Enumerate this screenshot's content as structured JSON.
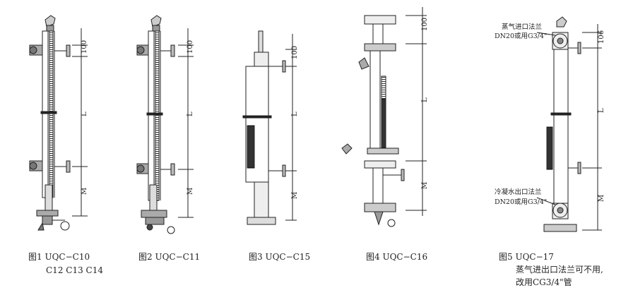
{
  "figures": [
    {
      "caption_line1": "图1  UQC−C10",
      "caption_line2": "C12  C13  C14",
      "dims": {
        "top": "100",
        "mid": "L",
        "bottom": "M"
      }
    },
    {
      "caption_line1": "图2  UQC−C11",
      "dims": {
        "top": "100",
        "mid": "L",
        "bottom": "M"
      }
    },
    {
      "caption_line1": "图3  UQC−C15",
      "dims": {
        "top": "100",
        "mid": "L",
        "bottom": "M"
      }
    },
    {
      "caption_line1": "图4  UQC−C16",
      "dims": {
        "top": "100",
        "mid": "L",
        "bottom": "M"
      }
    },
    {
      "caption_line1": "图5  UQC−17",
      "caption_line2": "蒸气进出口法兰可不用,",
      "caption_line3": "改用CG3/4\"管",
      "dims": {
        "top": "106",
        "mid": "L",
        "bottom": "M"
      },
      "annotations": {
        "steam_inlet_title": "蒸气进口法兰",
        "steam_inlet_spec": "DN20或用G3/4\"",
        "condensate_outlet_title": "冷凝水出口法兰",
        "condensate_outlet_spec": "DN20或用G3/4\""
      }
    }
  ]
}
